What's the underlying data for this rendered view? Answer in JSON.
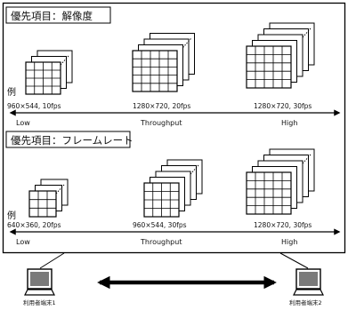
{
  "sections": [
    {
      "title": "優先項目：解像度",
      "example_marker": "例",
      "scale": {
        "low": "Low",
        "mid": "Throughput",
        "high": "High"
      },
      "stacks": [
        {
          "label": "960×544, 10fps",
          "frames": 3,
          "rows": 4,
          "cols": 4
        },
        {
          "label": "1280×720, 20fps",
          "frames": 4,
          "rows": 5,
          "cols": 5
        },
        {
          "label": "1280×720, 30fps",
          "frames": 5,
          "rows": 5,
          "cols": 5
        }
      ]
    },
    {
      "title": "優先項目：フレームレート",
      "example_marker": "例",
      "scale": {
        "low": "Low",
        "mid": "Throughput",
        "high": "High"
      },
      "stacks": [
        {
          "label": "640×360, 20fps",
          "frames": 3,
          "rows": 3,
          "cols": 3
        },
        {
          "label": "960×544, 30fps",
          "frames": 5,
          "rows": 4,
          "cols": 4
        },
        {
          "label": "1280×720, 30fps",
          "frames": 5,
          "rows": 5,
          "cols": 5
        }
      ]
    }
  ],
  "terminals": [
    {
      "label": "利用者端末1"
    },
    {
      "label": "利用者端末2"
    }
  ]
}
